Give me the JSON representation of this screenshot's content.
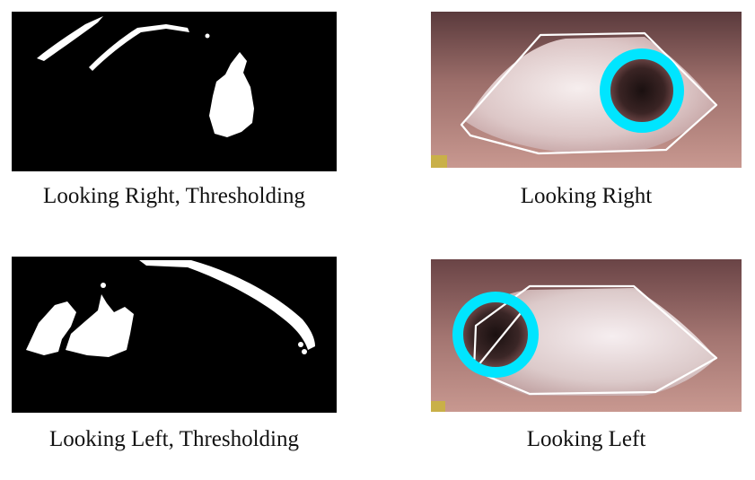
{
  "panels": {
    "top_left": {
      "caption": "Looking Right, Thresholding"
    },
    "top_right": {
      "caption": "Looking Right"
    },
    "bottom_left": {
      "caption": "Looking Left, Thresholding"
    },
    "bottom_right": {
      "caption": "Looking Left"
    }
  },
  "colors": {
    "threshold_background": "#000000",
    "threshold_foreground": "#ffffff",
    "iris_marker": "#00e5ff",
    "eye_contour": "#ffffff",
    "skin": "#8a5a58"
  }
}
